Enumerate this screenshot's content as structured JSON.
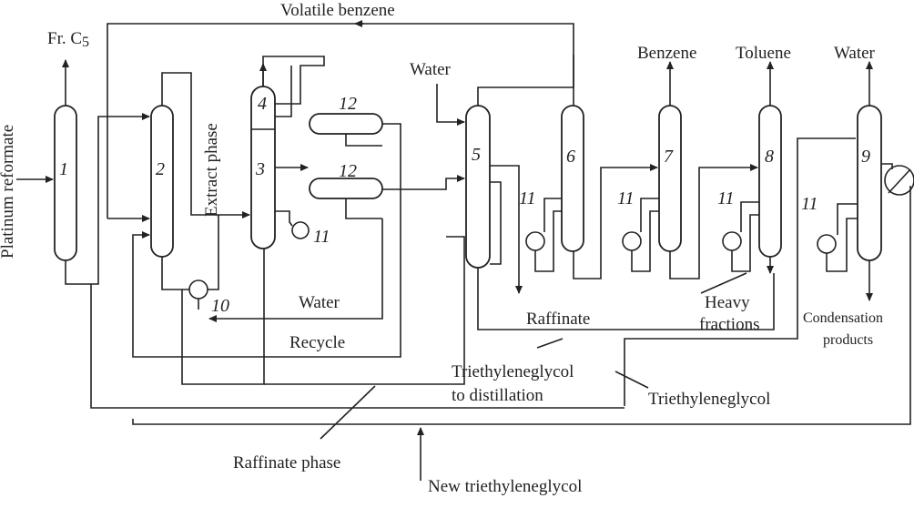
{
  "labels": {
    "volatile_benzene": "Volatile benzene",
    "fr_c5": "Fr. C",
    "fr_c5_sub": "5",
    "platinum_reformate": "Platinum reformate",
    "extract_phase": "Extract phase",
    "water_top": "Water",
    "benzene": "Benzene",
    "toluene": "Toluene",
    "water_right": "Water",
    "water_mid": "Water",
    "recycle": "Recycle",
    "raffinate": "Raffinate",
    "heavy_fractions_1": "Heavy",
    "heavy_fractions_2": "fractions",
    "condensation_1": "Condensation",
    "condensation_2": "products",
    "teg_distill_1": "Triethyleneglycol",
    "teg_distill_2": "to distillation",
    "teg": "Triethyleneglycol",
    "raffinate_phase": "Raffinate phase",
    "new_teg": "New triethyleneglycol"
  },
  "units": {
    "u1": "1",
    "u2": "2",
    "u3": "3",
    "u4": "4",
    "u5": "5",
    "u6": "6",
    "u7": "7",
    "u8": "8",
    "u9": "9",
    "u10": "10",
    "u11a": "11",
    "u11b": "11",
    "u11c": "11",
    "u11d": "11",
    "u11e": "11",
    "u12a": "12",
    "u12b": "12"
  }
}
